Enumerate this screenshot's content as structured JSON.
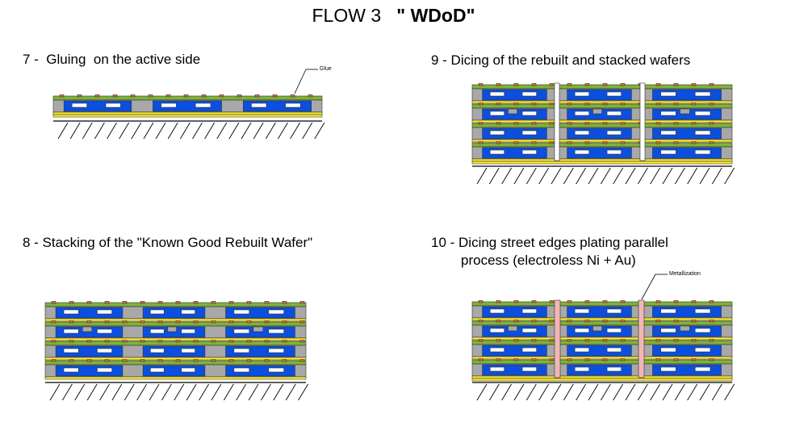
{
  "title": {
    "main": "FLOW 3",
    "bold": "\" WDoD\""
  },
  "steps": {
    "s7": {
      "label": "7 -  Gluing  on the active side",
      "callout": "Glue"
    },
    "s8": {
      "label": "8 - Stacking of the \"Known Good Rebuilt Wafer\""
    },
    "s9": {
      "label": "9 - Dicing of the rebuilt and stacked wafers"
    },
    "s10": {
      "label_line1": "10 - Dicing street edges plating parallel",
      "label_line2": "process (electroless Ni + Au)",
      "callout": "Metallization"
    }
  },
  "colors": {
    "wafer_green": "#7fb33a",
    "die_blue": "#0a4fe0",
    "mold_gray": "#a8a8a8",
    "glue_yellow": "#ffee33",
    "bump_orange": "#e2702a",
    "pad_white": "#ffffff",
    "metallization_pink": "#f2b6b6"
  }
}
